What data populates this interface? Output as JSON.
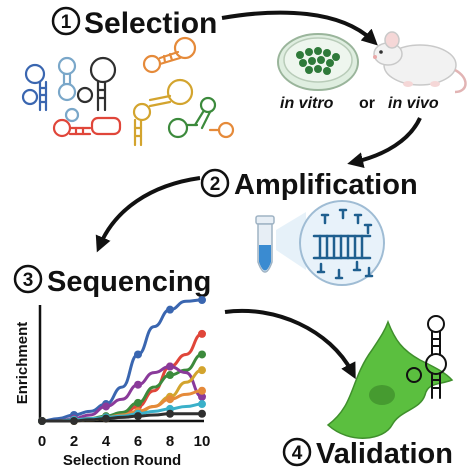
{
  "steps": [
    {
      "number": "1",
      "title": "Selection"
    },
    {
      "number": "2",
      "title": "Amplification"
    },
    {
      "number": "3",
      "title": "Sequencing"
    },
    {
      "number": "4",
      "title": "Validation"
    }
  ],
  "conditions": {
    "in_vitro": "in vitro",
    "or": "or",
    "in_vivo": "in vivo"
  },
  "colors": {
    "aptamers": [
      "#3a66b0",
      "#2f2f2f",
      "#e58a3a",
      "#7aa7c9",
      "#e0463a",
      "#d3a42e",
      "#3c8a3c",
      "#8a3a9a"
    ],
    "cell": "#5bbf3f",
    "petri": "#2f7a3a",
    "tube": "#3a8bd1"
  },
  "icons": [
    "aptamer-icon",
    "petri-dish-icon",
    "mouse-icon",
    "tube-icon",
    "dna-magnifier-icon",
    "cell-icon",
    "arrow-icon"
  ],
  "chart_data": {
    "type": "line",
    "xlabel": "Selection Round",
    "ylabel": "Enrichment",
    "x": [
      0,
      1,
      2,
      3,
      4,
      5,
      6,
      7,
      8,
      9,
      10
    ],
    "xticks": [
      0,
      2,
      4,
      6,
      8,
      10
    ],
    "ylim": [
      0,
      1
    ],
    "series": [
      {
        "color": "#3a66b0",
        "values": [
          0,
          0.02,
          0.05,
          0.08,
          0.14,
          0.28,
          0.55,
          0.78,
          0.92,
          0.99,
          1.0
        ]
      },
      {
        "color": "#e0463a",
        "values": [
          0,
          0.0,
          0.01,
          0.02,
          0.03,
          0.05,
          0.12,
          0.25,
          0.45,
          0.55,
          0.72
        ]
      },
      {
        "color": "#3c8a3c",
        "values": [
          0,
          0.0,
          0.01,
          0.02,
          0.04,
          0.07,
          0.15,
          0.28,
          0.38,
          0.42,
          0.55
        ]
      },
      {
        "color": "#8a3a9a",
        "values": [
          0,
          0.0,
          0.02,
          0.05,
          0.12,
          0.18,
          0.3,
          0.4,
          0.45,
          0.4,
          0.2
        ]
      },
      {
        "color": "#d3a42e",
        "values": [
          0,
          0.0,
          0.0,
          0.01,
          0.02,
          0.04,
          0.07,
          0.12,
          0.2,
          0.32,
          0.42
        ]
      },
      {
        "color": "#e58a3a",
        "values": [
          0,
          0.0,
          0.01,
          0.02,
          0.03,
          0.05,
          0.08,
          0.12,
          0.18,
          0.22,
          0.25
        ]
      },
      {
        "color": "#3ab0c9",
        "values": [
          0,
          0.0,
          0.01,
          0.02,
          0.03,
          0.04,
          0.06,
          0.08,
          0.1,
          0.12,
          0.14
        ]
      },
      {
        "color": "#2f2f2f",
        "values": [
          0,
          0.0,
          0.0,
          0.01,
          0.02,
          0.03,
          0.04,
          0.05,
          0.06,
          0.06,
          0.06
        ]
      }
    ]
  }
}
